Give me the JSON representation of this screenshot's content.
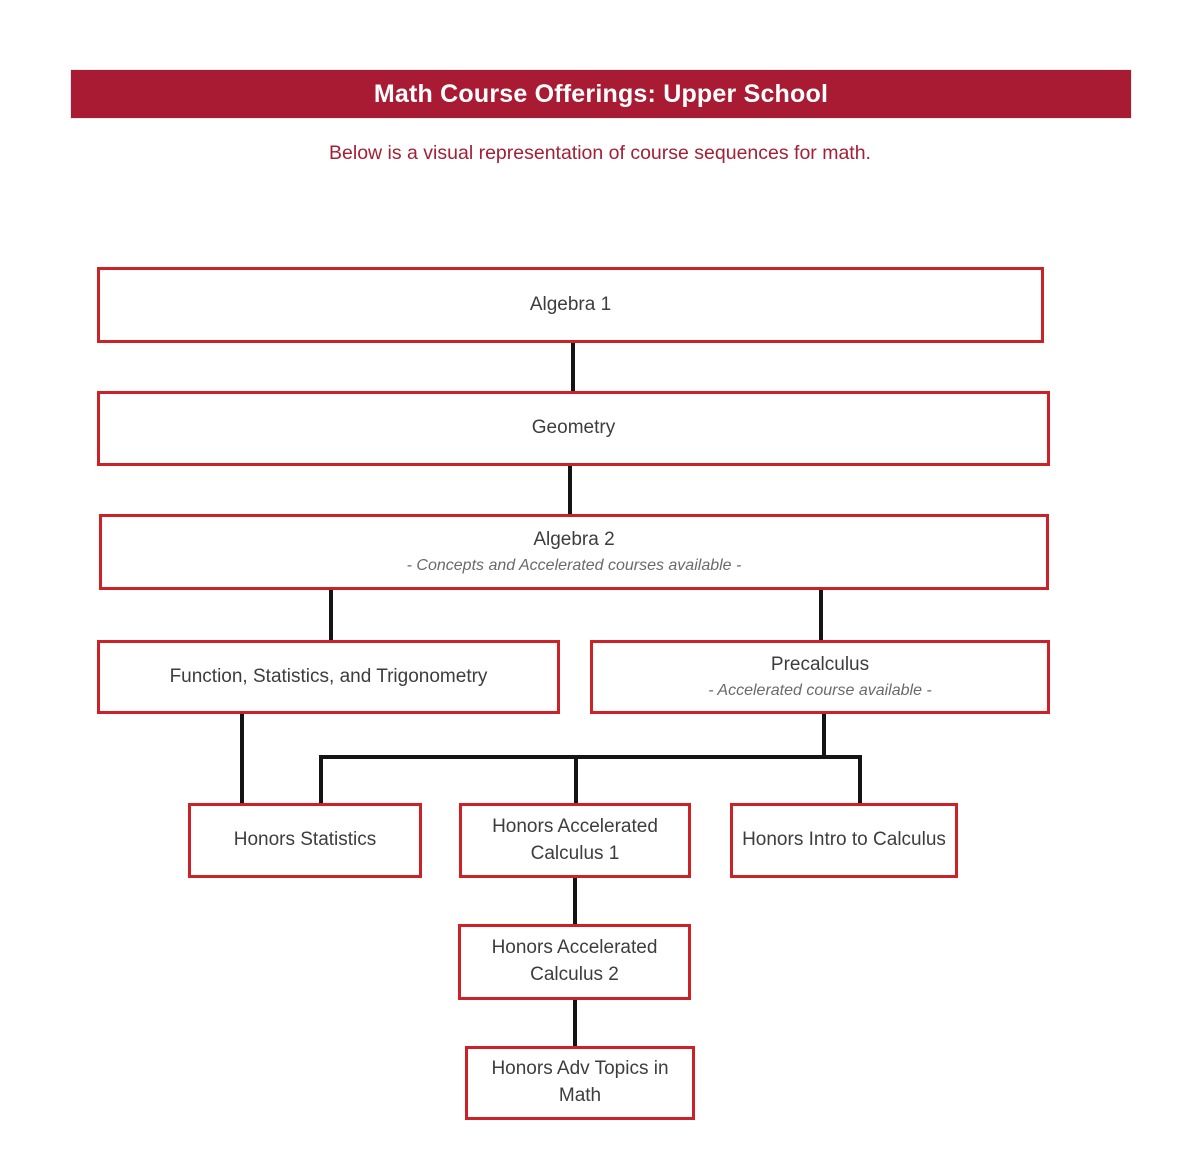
{
  "header": {
    "title": "Math Course Offerings: Upper School"
  },
  "subtitle": {
    "text": "Below is a visual representation of course sequences for math."
  },
  "colors": {
    "header_bg": "#a91b32",
    "header_text": "#ffffff",
    "subtitle_text": "#a32036",
    "box_border": "#cb2127",
    "box_bg": "#ffffff",
    "box_text": "#3d3d3d",
    "note_text": "#6a6a6a",
    "connector": "#141414"
  },
  "nodes": [
    {
      "id": "algebra-1",
      "label": "Algebra 1"
    },
    {
      "id": "geometry",
      "label": "Geometry"
    },
    {
      "id": "algebra-2",
      "label": "Algebra 2",
      "note": "- Concepts and Accelerated courses available -"
    },
    {
      "id": "function-statistics-and-trigonometry",
      "label": "Function, Statistics, and Trigonometry"
    },
    {
      "id": "precalculus",
      "label": "Precalculus",
      "note": "- Accelerated course available -"
    },
    {
      "id": "honors-statistics",
      "label": "Honors Statistics"
    },
    {
      "id": "honors-accelerated-calculus-1",
      "label": "Honors Accelerated Calculus 1"
    },
    {
      "id": "honors-intro-to-calculus",
      "label": "Honors Intro to Calculus"
    },
    {
      "id": "honors-accelerated-calculus-2",
      "label": "Honors Accelerated Calculus 2"
    },
    {
      "id": "honors-adv-topics-in-math",
      "label": "Honors Adv Topics in Math"
    }
  ],
  "edges": [
    {
      "from": "algebra-1",
      "to": "geometry"
    },
    {
      "from": "geometry",
      "to": "algebra-2"
    },
    {
      "from": "algebra-2",
      "to": "function-statistics-and-trigonometry"
    },
    {
      "from": "algebra-2",
      "to": "precalculus"
    },
    {
      "from": "function-statistics-and-trigonometry",
      "to": "honors-statistics"
    },
    {
      "from": "precalculus",
      "to": "honors-statistics"
    },
    {
      "from": "precalculus",
      "to": "honors-accelerated-calculus-1"
    },
    {
      "from": "precalculus",
      "to": "honors-intro-to-calculus"
    },
    {
      "from": "honors-accelerated-calculus-1",
      "to": "honors-accelerated-calculus-2"
    },
    {
      "from": "honors-accelerated-calculus-2",
      "to": "honors-adv-topics-in-math"
    }
  ]
}
